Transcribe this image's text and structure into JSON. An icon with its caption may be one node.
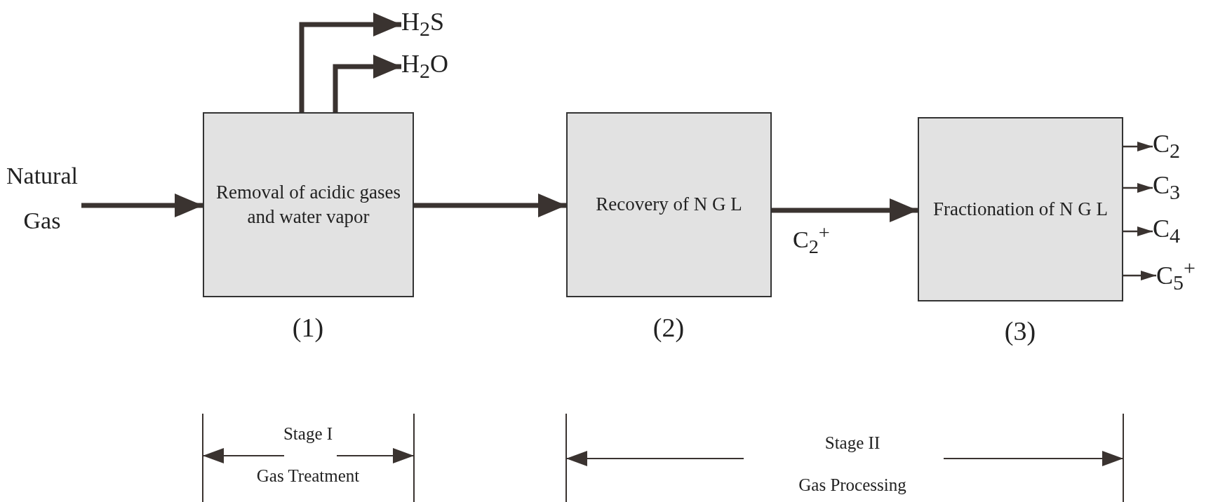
{
  "diagram": {
    "nodes": [
      {
        "text": [
          "Natural Gas"
        ]
      },
      {
        "text": [
          "Removal of acidic gases and water vapor"
        ],
        "beside": [
          "(1)"
        ]
      },
      {
        "text": [
          "H$_{2}$S"
        ]
      },
      {
        "text": [
          "H$_{2}$O"
        ]
      },
      {
        "text": [
          "Recovery of N G L"
        ],
        "beside": [
          "(2)"
        ]
      },
      {
        "text": [
          "Fractionation of N G L"
        ],
        "beside": [
          "(3)"
        ]
      },
      {
        "text": [
          "C$_{2}$"
        ]
      },
      {
        "text": [
          "C$_{3}$"
        ]
      },
      {
        "text": [
          "C$_{4}$"
        ]
      },
      {
        "text": [
          "C$_{5}$$^{+}$"
        ]
      }
    ],
    "edges": [
      {
        "from": 0,
        "to": 1,
        "arrow": "to"
      },
      {
        "from": 1,
        "to": 2,
        "arrow": "to"
      },
      {
        "from": 1,
        "to": 3,
        "arrow": "to"
      },
      {
        "from": 1,
        "to": 4,
        "arrow": "to"
      },
      {
        "from": 4,
        "to": 5,
        "arrow": "to",
        "label": "C$_{2}$$^{+}$"
      },
      {
        "from": 5,
        "to": 6,
        "arrow": "to"
      },
      {
        "from": 5,
        "to": 7,
        "arrow": "to"
      },
      {
        "from": 5,
        "to": 8,
        "arrow": "to"
      },
      {
        "from": 5,
        "to": 9,
        "arrow": "to"
      }
    ],
    "labels": [
      "Stage I",
      "Gas Treatment",
      "Stage II",
      "Gas Processing"
    ]
  }
}
